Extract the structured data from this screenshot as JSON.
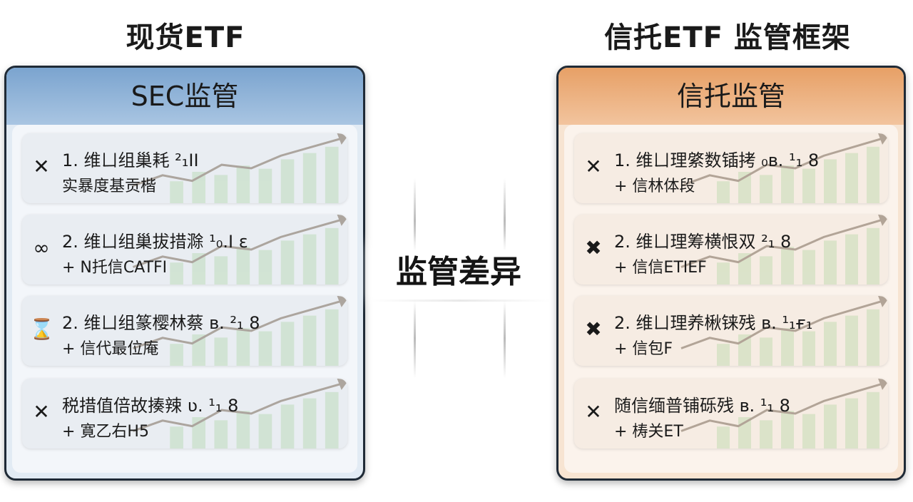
{
  "titles": {
    "left": "现货ETF",
    "right": "信托ETF 监管框架"
  },
  "center_label": "监管差异",
  "left_panel": {
    "header": "SEC监管",
    "cards": [
      {
        "icon": "x-icon",
        "glyph": "✕",
        "line1": "1. 维ㄩ组巢耗 ²₁ⅠⅠ",
        "line2": "实暴度基贡楷"
      },
      {
        "icon": "link-icon",
        "glyph": "∞",
        "line1": "2. 维ㄩ组巢拔措滁 ¹₀.Ⅰ ɛ",
        "line2": "+ N托信CATFI"
      },
      {
        "icon": "hourglass-icon",
        "glyph": "⌛",
        "line1": "2. 维ㄩ组篆樱林蔡 ʙ. ²₁ 8",
        "line2": "+ 信代最位庵"
      },
      {
        "icon": "x-icon",
        "glyph": "✕",
        "line1": "税措值倍故揍辣 ʋ. ¹₁ 8",
        "line2": "+ 寛乙右H5"
      }
    ]
  },
  "right_panel": {
    "header": "信托监管",
    "cards": [
      {
        "icon": "x-icon",
        "glyph": "✕",
        "line1": "1. 维ㄩ理綮数锸拷 ₀ʙ. ¹₁ 8",
        "line2": "+ 信林体段"
      },
      {
        "icon": "tools-icon",
        "glyph": "✖",
        "line1": "2. 维ㄩ理筹横恨双 ²₁ 8",
        "line2": "+ 信信ETIEF"
      },
      {
        "icon": "tools-icon",
        "glyph": "✖",
        "line1": "2. 维ㄩ理养楸铼残 ʙ. ¹₁ғ₁",
        "line2": "+ 信包F"
      },
      {
        "icon": "x-icon",
        "glyph": "✕",
        "line1": "随信缅普铺砾残 ʙ. ¹₁ 8",
        "line2": "+ 梼关ET"
      }
    ]
  },
  "colors": {
    "left_header": "#7ba4cf",
    "right_header": "#e7a066",
    "bars_green": "#9ccf8f",
    "trend_line": "#7a6a5a"
  }
}
